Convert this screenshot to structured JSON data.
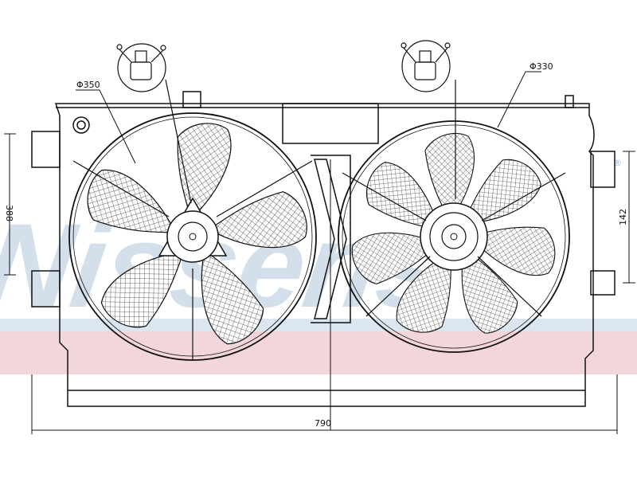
{
  "watermark": {
    "brand": "Nissens",
    "registered": "®"
  },
  "colors": {
    "watermark_blue": "#c9d9e8",
    "band_pink": "#f3d6dc",
    "band_blue": "#dbe6f0",
    "line": "#111111"
  },
  "dimensions": {
    "left_fan_diameter": "Φ350",
    "right_fan_diameter": "Φ330",
    "overall_width": "790",
    "right_height": "142",
    "left_height": "388"
  }
}
